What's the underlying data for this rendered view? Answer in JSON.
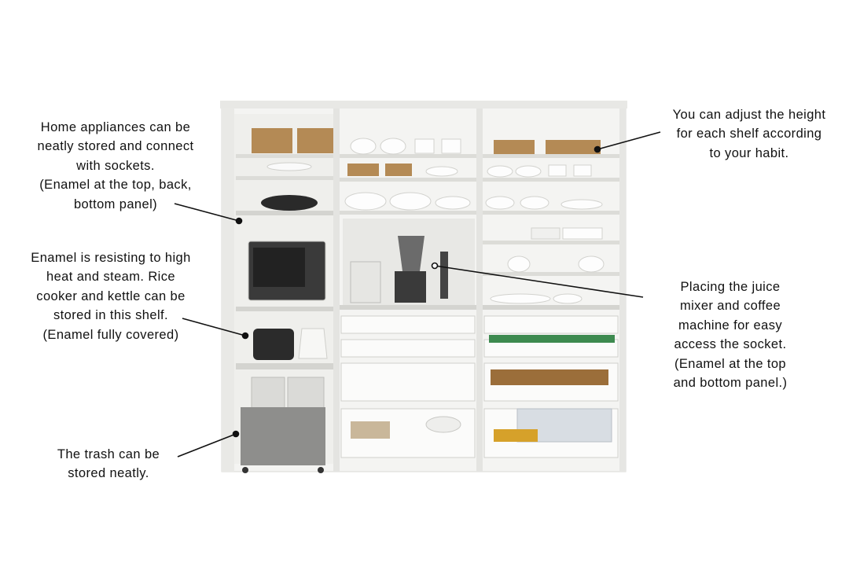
{
  "annotations": [
    {
      "id": "home-appliances",
      "lines": [
        "Home appliances can be",
        "neatly stored and connect",
        "with sockets.",
        "(Enamel at the top, back,",
        "bottom panel)"
      ]
    },
    {
      "id": "enamel-heat",
      "lines": [
        "Enamel is resisting to high",
        "heat and steam. Rice",
        "cooker and kettle can be",
        "stored in this shelf.",
        "(Enamel fully covered)"
      ]
    },
    {
      "id": "trash",
      "lines": [
        "The trash can be",
        "stored neatly."
      ]
    },
    {
      "id": "adjust-height",
      "lines": [
        "You can adjust the height",
        "for each shelf according",
        "to your habit."
      ]
    },
    {
      "id": "juice-mixer",
      "lines": [
        "Placing the juice",
        "mixer and coffee",
        "machine for easy",
        "access the socket.",
        "(Enamel at the top",
        "and bottom panel.)"
      ]
    }
  ],
  "colors": {
    "cabinet": "#f3f3f1",
    "shelf": "#e2e2df",
    "enamel": "#d7d7d4",
    "leader": "#111111",
    "basket": "#b8905a",
    "trash": "#8e8e8c"
  }
}
